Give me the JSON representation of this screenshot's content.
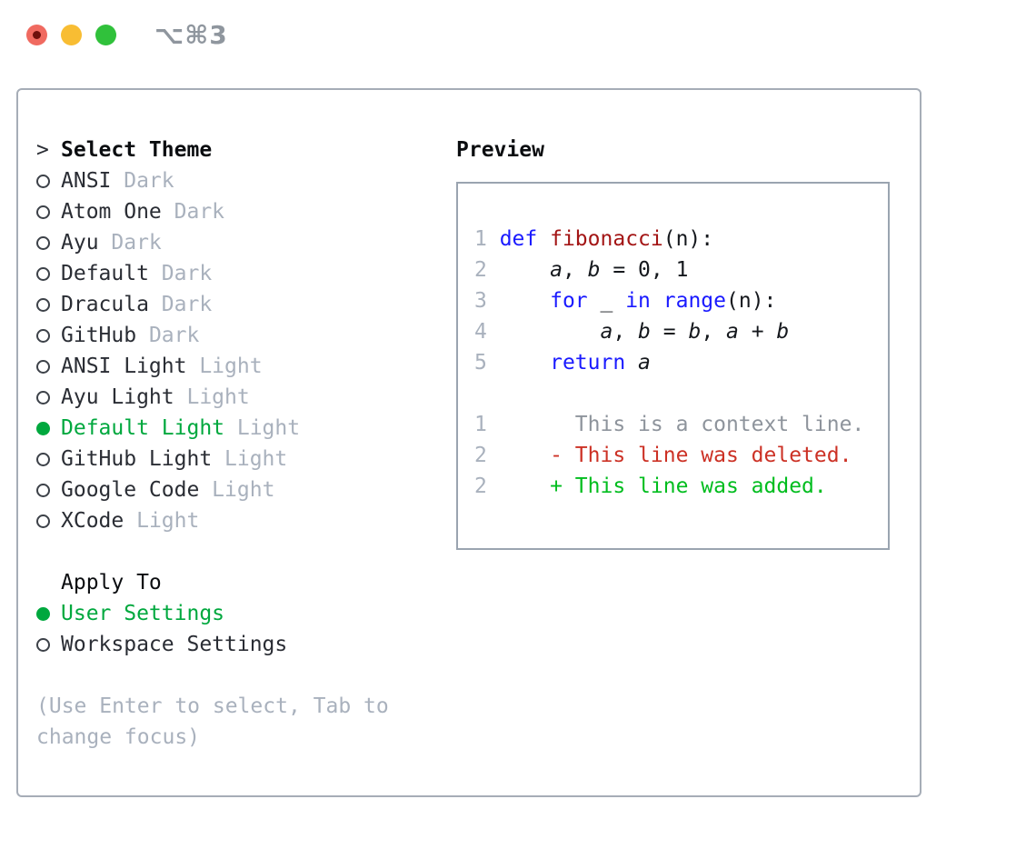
{
  "window": {
    "shortcut_label": "⌥⌘3"
  },
  "colors": {
    "accent_green": "#00a83e",
    "added_green": "#00bd1e",
    "deleted_red": "#cc3125",
    "keyword_blue": "#1a1aff",
    "function_red": "#a31515",
    "muted_gray": "#a9b1bd",
    "panel_border": "#a6adb7",
    "traffic_red": "#f06a60",
    "traffic_yellow": "#f8bd33",
    "traffic_green": "#30c13b"
  },
  "theme_selector": {
    "prompt": ">",
    "title": "Select Theme",
    "items": [
      {
        "name": "ANSI",
        "variant": "Dark",
        "selected": false
      },
      {
        "name": "Atom One",
        "variant": "Dark",
        "selected": false
      },
      {
        "name": "Ayu",
        "variant": "Dark",
        "selected": false
      },
      {
        "name": "Default",
        "variant": "Dark",
        "selected": false
      },
      {
        "name": "Dracula",
        "variant": "Dark",
        "selected": false
      },
      {
        "name": "GitHub",
        "variant": "Dark",
        "selected": false
      },
      {
        "name": "ANSI Light",
        "variant": "Light",
        "selected": false
      },
      {
        "name": "Ayu Light",
        "variant": "Light",
        "selected": false
      },
      {
        "name": "Default Light",
        "variant": "Light",
        "selected": true
      },
      {
        "name": "GitHub Light",
        "variant": "Light",
        "selected": false
      },
      {
        "name": "Google Code",
        "variant": "Light",
        "selected": false
      },
      {
        "name": "XCode",
        "variant": "Light",
        "selected": false
      }
    ]
  },
  "apply_to": {
    "title": "Apply To",
    "options": [
      {
        "label": "User Settings",
        "selected": true
      },
      {
        "label": "Workspace Settings",
        "selected": false
      }
    ]
  },
  "help_text": "(Use Enter to select, Tab to change focus)",
  "preview": {
    "title": "Preview",
    "code_lines": [
      {
        "num": "1",
        "tokens": [
          {
            "t": "def",
            "c": "kw"
          },
          {
            "t": " ",
            "c": "pl"
          },
          {
            "t": "fibonacci",
            "c": "fn"
          },
          {
            "t": "(n):",
            "c": "pl"
          }
        ]
      },
      {
        "num": "2",
        "tokens": [
          {
            "t": "    ",
            "c": "pl"
          },
          {
            "t": "a",
            "c": "var"
          },
          {
            "t": ", ",
            "c": "pl"
          },
          {
            "t": "b",
            "c": "var"
          },
          {
            "t": " = 0, 1",
            "c": "pl"
          }
        ]
      },
      {
        "num": "3",
        "tokens": [
          {
            "t": "    ",
            "c": "pl"
          },
          {
            "t": "for",
            "c": "kw"
          },
          {
            "t": " _ ",
            "c": "pl"
          },
          {
            "t": "in",
            "c": "kw"
          },
          {
            "t": " ",
            "c": "pl"
          },
          {
            "t": "range",
            "c": "kw"
          },
          {
            "t": "(n):",
            "c": "pl"
          }
        ]
      },
      {
        "num": "4",
        "tokens": [
          {
            "t": "        ",
            "c": "pl"
          },
          {
            "t": "a",
            "c": "var"
          },
          {
            "t": ", ",
            "c": "pl"
          },
          {
            "t": "b",
            "c": "var"
          },
          {
            "t": " = ",
            "c": "pl"
          },
          {
            "t": "b",
            "c": "var"
          },
          {
            "t": ", ",
            "c": "pl"
          },
          {
            "t": "a",
            "c": "var"
          },
          {
            "t": " + ",
            "c": "pl"
          },
          {
            "t": "b",
            "c": "var"
          }
        ]
      },
      {
        "num": "5",
        "tokens": [
          {
            "t": "    ",
            "c": "pl"
          },
          {
            "t": "return",
            "c": "kw"
          },
          {
            "t": " ",
            "c": "pl"
          },
          {
            "t": "a",
            "c": "var"
          }
        ]
      }
    ],
    "diff_lines": [
      {
        "num": "1",
        "tokens": [
          {
            "t": "      This is a context line.",
            "c": "ctx"
          }
        ]
      },
      {
        "num": "2",
        "tokens": [
          {
            "t": "    ",
            "c": "pl"
          },
          {
            "t": "- This line was deleted.",
            "c": "del"
          }
        ]
      },
      {
        "num": "2",
        "tokens": [
          {
            "t": "    ",
            "c": "pl"
          },
          {
            "t": "+ This line was added.",
            "c": "add"
          }
        ]
      }
    ]
  }
}
